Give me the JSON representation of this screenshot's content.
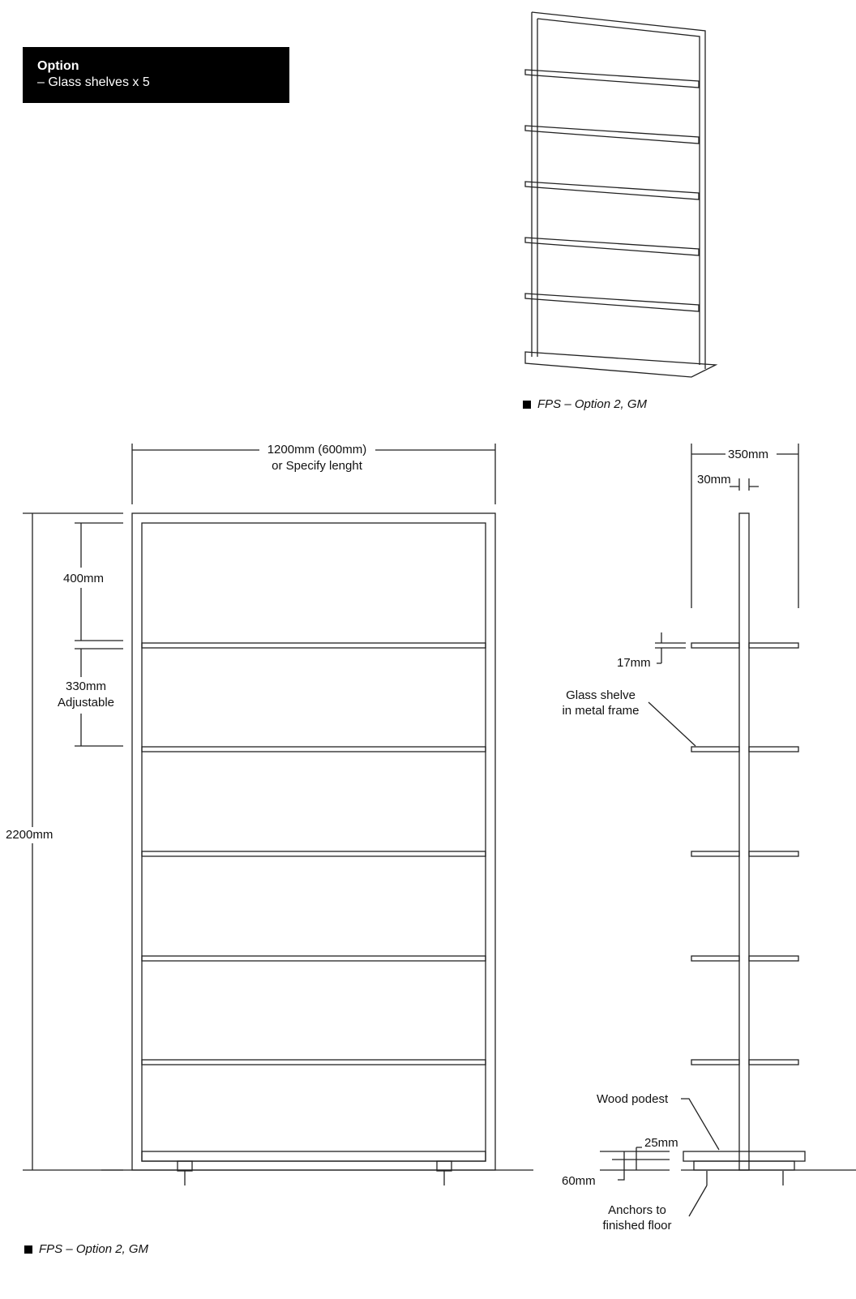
{
  "option_box": {
    "title": "Option",
    "subtitle": "– Glass shelves x 5"
  },
  "captions": {
    "top": "FPS – Option 2, GM",
    "bottom": "FPS – Option 2, GM"
  },
  "front_view": {
    "width": "1200mm (600mm)",
    "width_note": "or Specify lenght",
    "height": "2200mm",
    "top_gap": "400mm",
    "spacing": "330mm",
    "spacing_note": "Adjustable"
  },
  "side_view": {
    "depth": "350mm",
    "post": "30mm",
    "shelf_thickness": "17mm",
    "shelf_label_1": "Glass shelve",
    "shelf_label_2": "in metal frame",
    "podest_label": "Wood podest",
    "podest_thickness": "25mm",
    "base_height": "60mm",
    "anchor_label_1": "Anchors to",
    "anchor_label_2": "finished floor"
  }
}
